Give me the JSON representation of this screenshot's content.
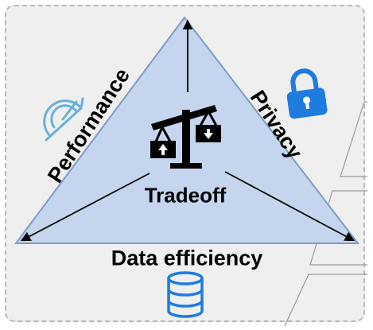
{
  "labels": {
    "performance": "Performance",
    "privacy": "Privacy",
    "tradeoff": "Tradeoff",
    "data_efficiency": "Data efficiency"
  },
  "icons": {
    "performance": "speedometer-icon",
    "privacy": "padlock-icon",
    "tradeoff": "balance-scale-icon",
    "data_efficiency": "database-icon"
  },
  "colors": {
    "triangle_fill": "#c5d5ee",
    "triangle_stroke": "#7a9cc8",
    "speedometer": "#6ab0d8",
    "padlock": "#1e7be0",
    "database": "#1e7be0",
    "frame_background": "#efefef"
  }
}
